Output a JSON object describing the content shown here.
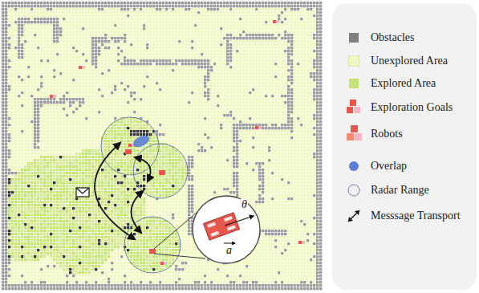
{
  "diagram": {
    "labels": [
      "θ",
      "a"
    ],
    "legend": [
      {
        "text": "Obstacles",
        "color": "#808080"
      },
      {
        "text": "Unexplored Area",
        "color": "#f2f7c6"
      },
      {
        "text": "Explored Area",
        "color": "#c5e17a"
      },
      {
        "text": "Exploration Goals"
      },
      {
        "text": "Robots"
      },
      {
        "text": "Overlap",
        "color": "#5b7fd4"
      },
      {
        "text": "Radar Range"
      },
      {
        "text": "Messsage Transport"
      }
    ]
  }
}
